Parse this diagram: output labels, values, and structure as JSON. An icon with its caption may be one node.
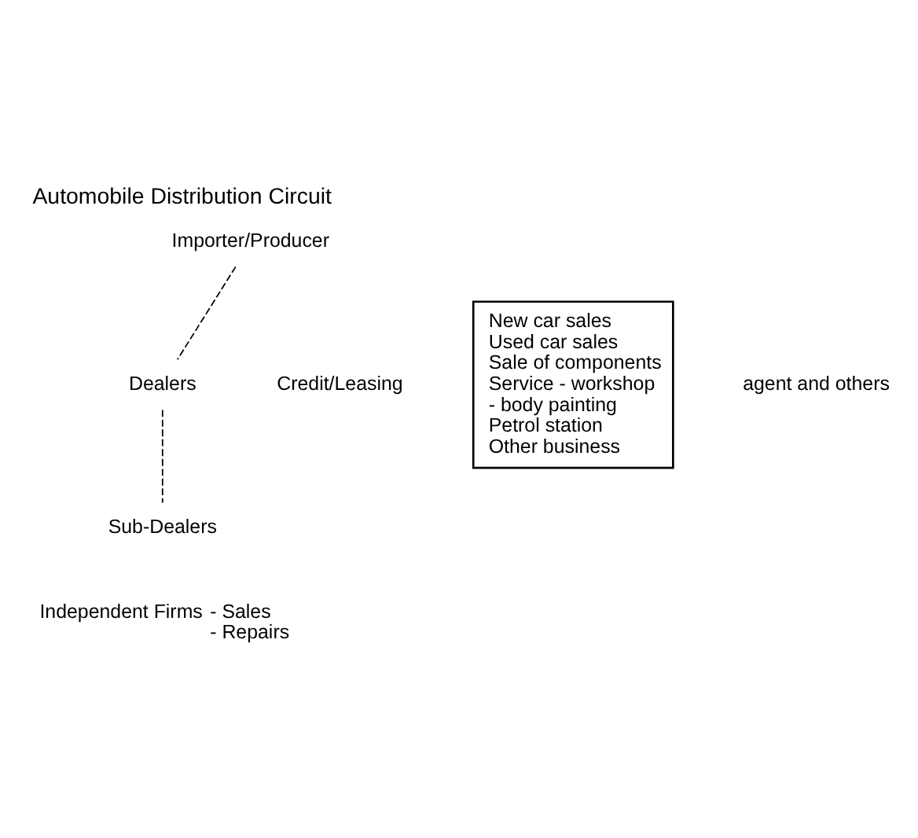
{
  "diagram": {
    "title": "Automobile Distribution Circuit",
    "nodes": [
      {
        "text": [
          "Importer/Producer"
        ]
      },
      {
        "text": [
          "Dealers"
        ]
      },
      {
        "text": [
          "New car sales",
          "Used car sales",
          "Sale of components",
          "Service - workshop",
          "- body painting",
          "Petrol station",
          "Other business"
        ]
      },
      {
        "text": [
          "Sub-Dealers"
        ]
      },
      {
        "text": [
          "Independent Firms"
        ],
        "beside": [
          "- Sales",
          "- Repairs"
        ]
      }
    ],
    "edges": [
      {
        "from": 0,
        "to": 1,
        "arrow": "none",
        "style": "dashed"
      },
      {
        "from": 1,
        "to": 3,
        "arrow": "none",
        "style": "dashed"
      }
    ],
    "labels": [
      "Credit/Leasing",
      "agent and others"
    ]
  }
}
